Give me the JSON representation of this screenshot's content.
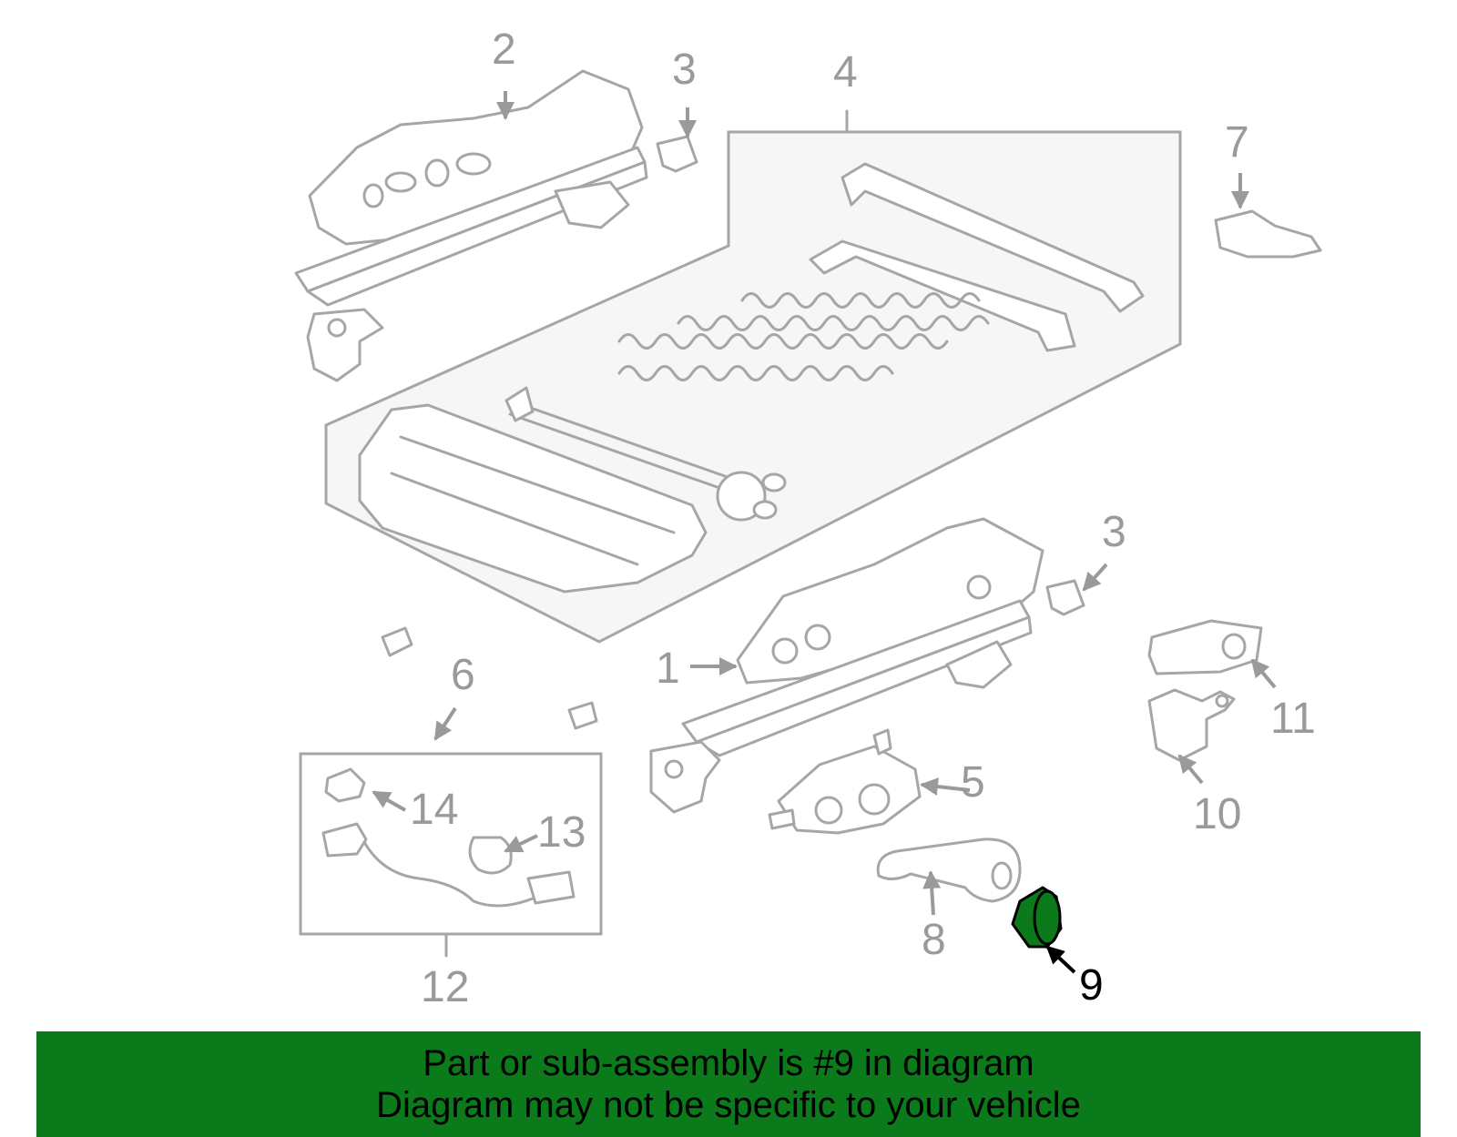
{
  "callouts": {
    "c1": "1",
    "c2": "2",
    "c3a": "3",
    "c3b": "3",
    "c4": "4",
    "c5": "5",
    "c6": "6",
    "c7": "7",
    "c8": "8",
    "c9": "9",
    "c10": "10",
    "c11": "11",
    "c12": "12",
    "c13": "13",
    "c14": "14"
  },
  "highlight_callout": "9",
  "colors": {
    "banner": "#0b7a1a",
    "highlight_part": "#0b7a1a",
    "lines": "#a6a6a6",
    "box_fill": "#f6f6f6"
  },
  "banner": {
    "line1": "Part or sub-assembly is #9 in diagram",
    "line2": "Diagram may not be specific to your vehicle"
  }
}
